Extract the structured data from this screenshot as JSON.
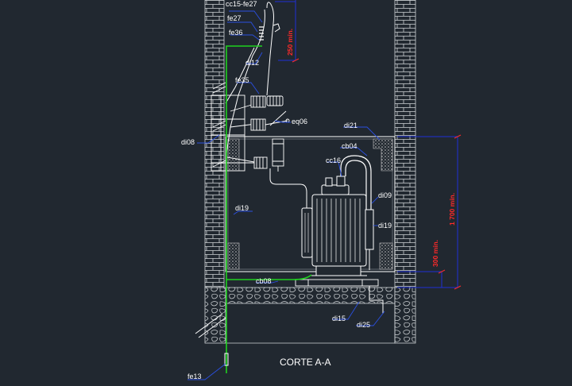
{
  "title": "CORTE A-A",
  "labels": {
    "cc15_fe27": "cc15-fe27",
    "fe27": "fe27",
    "fe36": "fe36",
    "di12": "di12",
    "fe35": "fe35",
    "eq06": "eq06",
    "di08": "di08",
    "di21": "di21",
    "cb04": "cb04",
    "cc16": "cc16",
    "di09": "di09",
    "di19_left": "di19",
    "di19_right": "di19",
    "cb08": "cb08",
    "di15": "di15",
    "di25": "di25",
    "fe13": "fe13"
  },
  "dimensions": {
    "top": "250 mín.",
    "bottom_inner": "300 mín.",
    "bottom_outer": "1 700 mín."
  },
  "colors": {
    "background": "#212830",
    "line": "#ffffff",
    "ground_wire": "#1fd11f",
    "dimension": "#ff2a2a",
    "dimension_line": "#1e2fd6"
  }
}
